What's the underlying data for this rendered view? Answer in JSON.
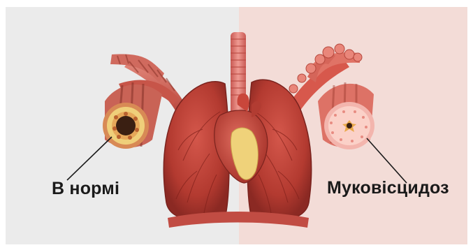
{
  "labels": {
    "normal": "В нормі",
    "cystic_fibrosis": "Муковісцидоз"
  },
  "colors": {
    "left_background": "#ebebeb",
    "right_background": "#f3dcd7",
    "lung_fill": "#b83a30",
    "lung_dark": "#8e2a24",
    "heart_fill": "#c0473a",
    "trachea_fill": "#e3827a",
    "fat_yellow": "#efd27a"
  },
  "icons": {
    "left_cross_section": "healthy-airway-cross-section",
    "right_cross_section": "mucus-clogged-airway-cross-section"
  }
}
